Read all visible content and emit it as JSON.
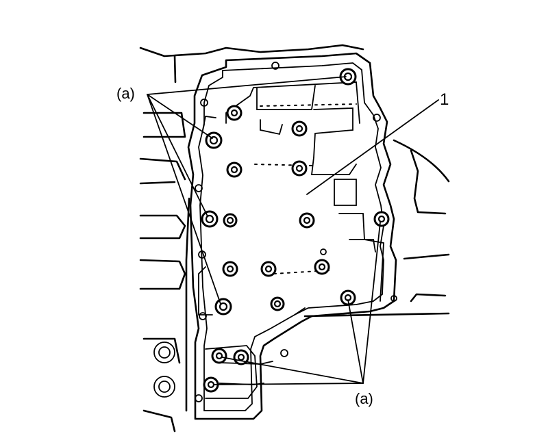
{
  "figure": {
    "callouts": {
      "bolt_group_top": "(a)",
      "part_number": "1",
      "bolt_group_bottom": "(a)"
    }
  }
}
